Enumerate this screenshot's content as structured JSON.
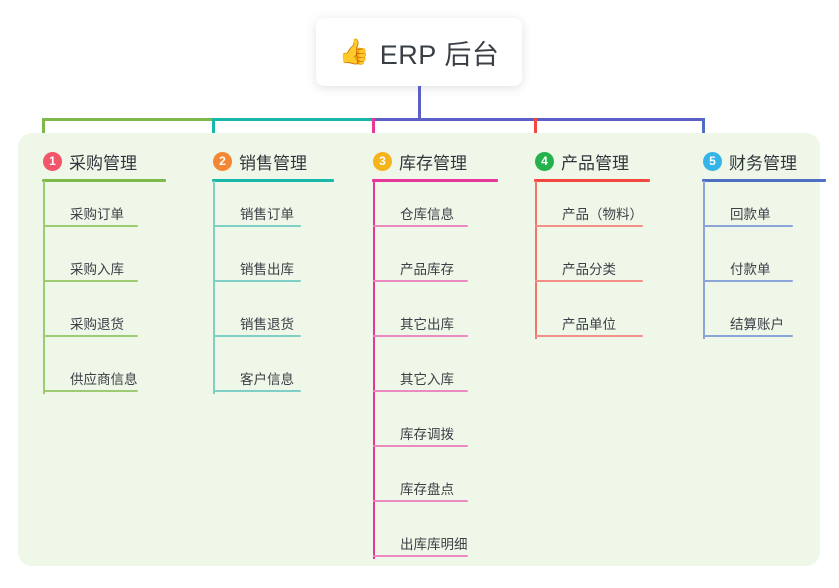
{
  "root": {
    "icon": "thumbs-up-icon",
    "emoji": "👍",
    "title": "ERP 后台"
  },
  "palette": {
    "panel_bg": "#eef7e8",
    "page_bg": "#ffffff",
    "text": "#3c4047",
    "bus_left_green": "#7dba4b",
    "bus_mid_teal": "#17b8a8",
    "bus_right_indigo": "#5b5fc7",
    "drop_col1": "#7dba4b",
    "drop_col2": "#17b8a8",
    "drop_col3": "#e6389a",
    "drop_col4": "#f4473f",
    "drop_col5": "#4f6fc4"
  },
  "columns": [
    {
      "index": "1",
      "title": "采购管理",
      "badge_color": "#f2556a",
      "rule_color": "#7dba4b",
      "leaf_rule_color": "#9ccb73",
      "spine_color": "#9ccb73",
      "items": [
        {
          "label": "采购订单"
        },
        {
          "label": "采购入库"
        },
        {
          "label": "采购退货"
        },
        {
          "label": "供应商信息"
        }
      ]
    },
    {
      "index": "2",
      "title": "销售管理",
      "badge_color": "#f58634",
      "rule_color": "#17b8a8",
      "leaf_rule_color": "#7fcfc6",
      "spine_color": "#7fcfc6",
      "items": [
        {
          "label": "销售订单"
        },
        {
          "label": "销售出库"
        },
        {
          "label": "销售退货"
        },
        {
          "label": "客户信息"
        }
      ]
    },
    {
      "index": "3",
      "title": "库存管理",
      "badge_color": "#f5b31c",
      "rule_color": "#e6389a",
      "leaf_rule_color": "#ec89c0",
      "spine_color": "#e6389a",
      "items": [
        {
          "label": "仓库信息"
        },
        {
          "label": "产品库存"
        },
        {
          "label": "其它出库"
        },
        {
          "label": "其它入库"
        },
        {
          "label": "库存调拨"
        },
        {
          "label": "库存盘点"
        },
        {
          "label": "出库库明细"
        }
      ]
    },
    {
      "index": "4",
      "title": "产品管理",
      "badge_color": "#25b14c",
      "rule_color": "#f4473f",
      "leaf_rule_color": "#f49089",
      "spine_color": "#f4736b",
      "items": [
        {
          "label": "产品（物料）"
        },
        {
          "label": "产品分类"
        },
        {
          "label": "产品单位"
        }
      ]
    },
    {
      "index": "5",
      "title": "财务管理",
      "badge_color": "#35b4e8",
      "rule_color": "#4f6fc4",
      "leaf_rule_color": "#8ba4da",
      "spine_color": "#8ba4da",
      "items": [
        {
          "label": "回款单"
        },
        {
          "label": "付款单"
        },
        {
          "label": "结算账户"
        }
      ]
    }
  ]
}
